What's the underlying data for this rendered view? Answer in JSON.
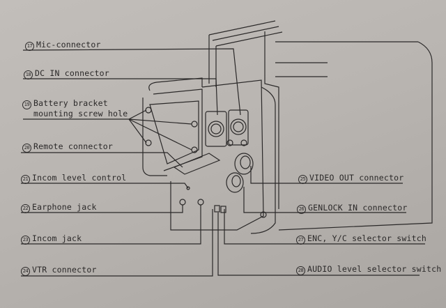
{
  "labels": [
    {
      "num": "17",
      "text": "Mic-connector"
    },
    {
      "num": "18",
      "text": "DC IN connector"
    },
    {
      "num": "19",
      "text": "Battery bracket",
      "text2": "mounting screw hole"
    },
    {
      "num": "20",
      "text": "Remote connector"
    },
    {
      "num": "21",
      "text": "Incom level control"
    },
    {
      "num": "22",
      "text": "Earphone jack"
    },
    {
      "num": "23",
      "text": "Incom jack"
    },
    {
      "num": "24",
      "text": "VTR connector"
    },
    {
      "num": "25",
      "text": "VIDEO OUT connector"
    },
    {
      "num": "26",
      "text": "GENLOCK IN connector"
    },
    {
      "num": "27",
      "text": "ENC, Y/C selector switch"
    },
    {
      "num": "28",
      "text": "AUDIO level selector switch"
    }
  ]
}
